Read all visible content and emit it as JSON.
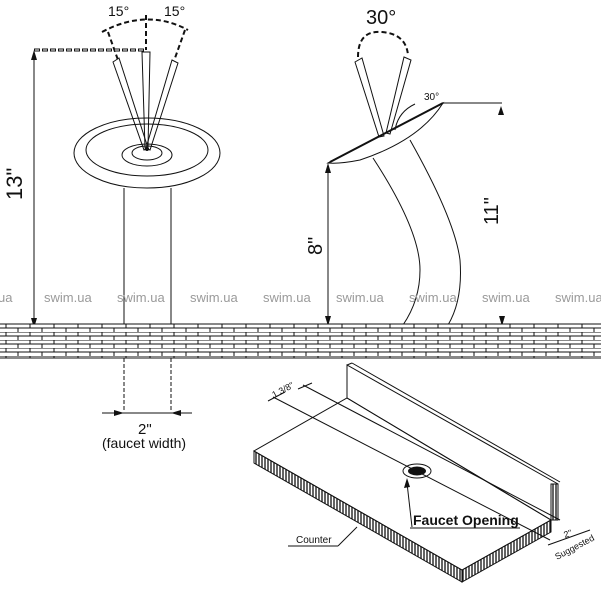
{
  "left_faucet": {
    "angle_left": "15°",
    "angle_right": "15°",
    "height": "13\"",
    "width_value": "2\"",
    "width_caption": "(faucet width)"
  },
  "right_faucet": {
    "swing_angle": "30°",
    "tilt_angle": "30°",
    "spout_height": "8\"",
    "total_height": "11\""
  },
  "watermark": {
    "text": "swim.ua",
    "partial": "ua"
  },
  "counter_view": {
    "offset": "1 3/8\"",
    "faucet_opening": "Faucet Opening",
    "counter_label": "Counter",
    "edge_distance": "2\"",
    "suggested": "Suggested"
  }
}
